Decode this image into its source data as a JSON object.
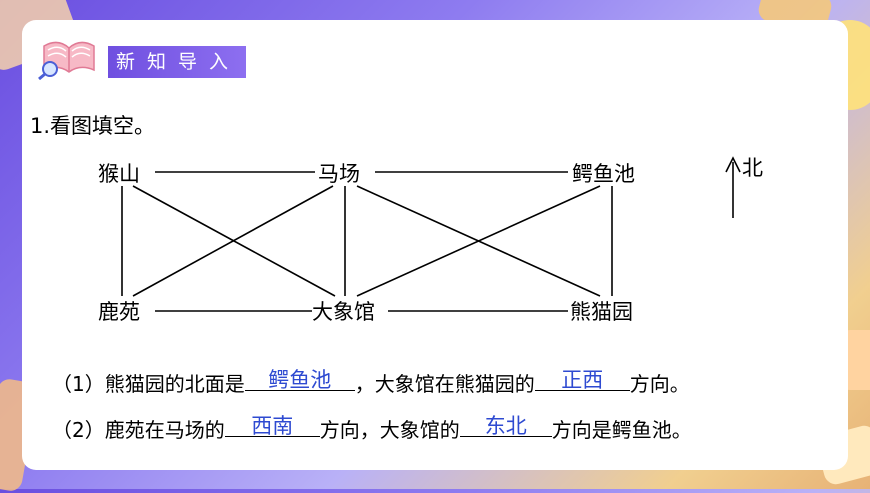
{
  "header": {
    "label": "新知导入"
  },
  "exercise": {
    "title": "1.看图填空。"
  },
  "diagram": {
    "nodes": {
      "houshan": "猴山",
      "machang": "马场",
      "eyuchi": "鳄鱼池",
      "luyuan": "鹿苑",
      "daxiangguan": "大象馆",
      "xiongmaoyuan": "熊猫园"
    },
    "compass": {
      "label": "北"
    }
  },
  "questions": [
    {
      "num": "（1）",
      "part1": "熊猫园的北面是",
      "answer1": "鳄鱼池",
      "part2": "，大象馆在熊猫园的",
      "answer2": "正西",
      "part3": "方向。"
    },
    {
      "num": "（2）",
      "part1": "鹿苑在马场的",
      "answer1": "西南",
      "part2": "方向，大象馆的",
      "answer2": "东北",
      "part3": "方向是鳄鱼池。"
    }
  ],
  "colors": {
    "accent": "#7a5ce8",
    "answer": "#2e4ad1"
  }
}
